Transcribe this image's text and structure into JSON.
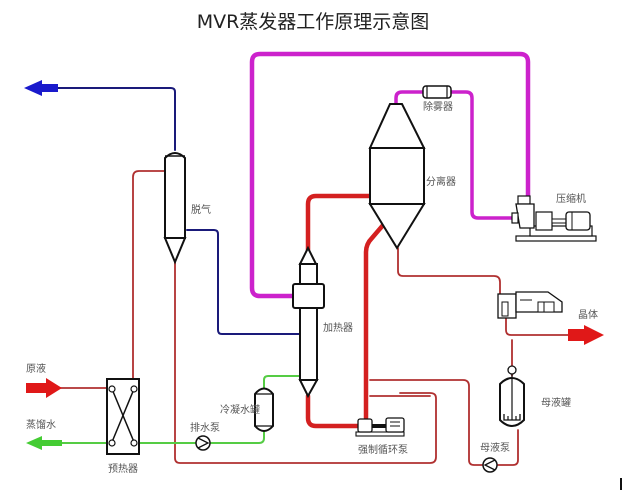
{
  "title": "MVR蒸发器工作原理示意图",
  "labels": {
    "degas": "脱气",
    "demister": "除雾器",
    "separator": "分离器",
    "compressor": "压缩机",
    "heater": "加热器",
    "crystal": "晶体",
    "feed": "原液",
    "distilled_water": "蒸馏水",
    "preheater": "预热器",
    "drain_pump": "排水泵",
    "condensate_tank": "冷凝水罐",
    "forced_circulation_pump": "强制循环泵",
    "mother_liquor_tank": "母液罐",
    "mother_liquor_pump": "母液泵"
  },
  "colors": {
    "steam_vapor": "#cc22cc",
    "concentrate": "#d42020",
    "feed_line": "#b03030",
    "condensate": "#55cc44",
    "non_condensable": "#1a1a7a",
    "vent_arrow": "#1a1acc",
    "equipment_outline": "#111111"
  }
}
